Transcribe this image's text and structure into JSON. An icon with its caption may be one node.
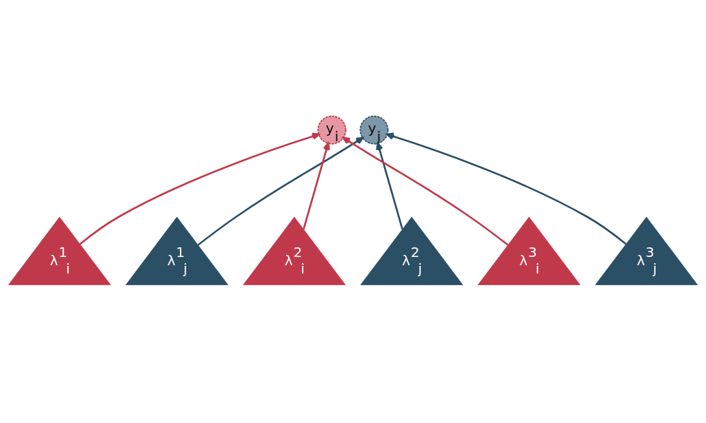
{
  "diagram": {
    "nodes": [
      {
        "text": [
          "y$_{i}$"
        ]
      },
      {
        "text": [
          "y$_{j}$"
        ]
      },
      {
        "text": [
          "λ$^{1}$$_{i}$"
        ]
      },
      {
        "text": [
          "λ$^{1}$$_{j}$"
        ]
      },
      {
        "text": [
          "λ$^{2}$$_{i}$"
        ]
      },
      {
        "text": [
          "λ$^{2}$$_{j}$"
        ]
      },
      {
        "text": [
          "λ$^{3}$$_{i}$"
        ]
      },
      {
        "text": [
          "λ$^{3}$$_{j}$"
        ]
      }
    ],
    "edges": [
      {
        "from": 2,
        "to": 0,
        "arrow": "to",
        "color": "#c0394b"
      },
      {
        "from": 3,
        "to": 1,
        "arrow": "to",
        "color": "#2b4f65"
      },
      {
        "from": 4,
        "to": 0,
        "arrow": "to",
        "color": "#c0394b"
      },
      {
        "from": 5,
        "to": 1,
        "arrow": "to",
        "color": "#2b4f65"
      },
      {
        "from": 6,
        "to": 0,
        "arrow": "to",
        "color": "#c0394b"
      },
      {
        "from": 7,
        "to": 1,
        "arrow": "to",
        "color": "#2b4f65"
      }
    ]
  }
}
